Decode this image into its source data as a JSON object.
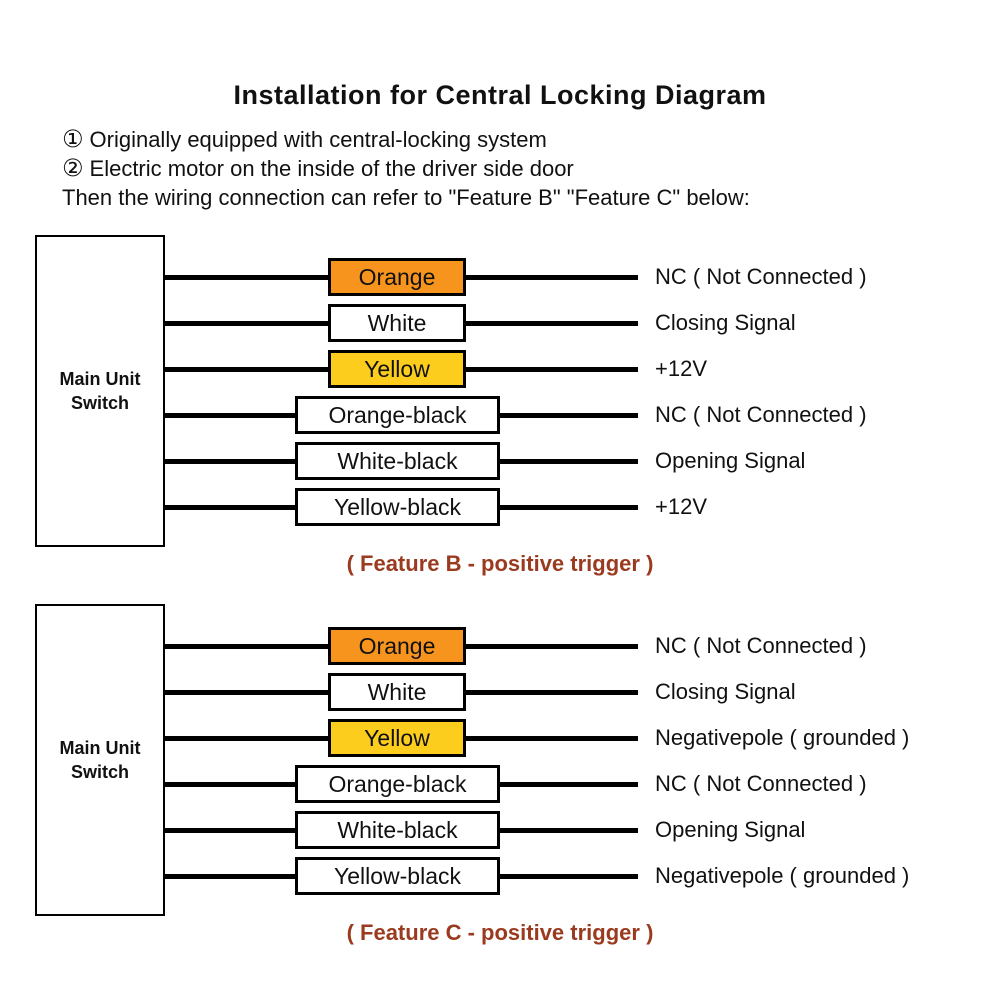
{
  "header": {
    "title": "Installation for Central Locking Diagram",
    "item1_num": "①",
    "item1_text": "Originally equipped with central-locking system",
    "item2_num": "②",
    "item2_text": "Electric motor on the inside of the driver side door",
    "item3_text": "Then the wiring connection can refer to \"Feature B\" \"Feature C\" below:"
  },
  "colors": {
    "orange": "#F7941D",
    "yellow": "#FCCD1C",
    "white": "#FFFFFF",
    "caption": "#9A3B20",
    "wire": "#000000"
  },
  "diagrams": [
    {
      "unit_line1": "Main Unit",
      "unit_line2": "Switch",
      "caption": "( Feature B - positive trigger )",
      "rows": [
        {
          "wire": "Orange",
          "fill": "orange",
          "desc": "NC ( Not Connected )"
        },
        {
          "wire": "White",
          "fill": "white",
          "desc": "Closing Signal"
        },
        {
          "wire": "Yellow",
          "fill": "yellow",
          "desc": "+12V"
        },
        {
          "wire": "Orange-black",
          "fill": "white",
          "desc": "NC ( Not Connected )"
        },
        {
          "wire": "White-black",
          "fill": "white",
          "desc": "Opening Signal"
        },
        {
          "wire": "Yellow-black",
          "fill": "white",
          "desc": "+12V"
        }
      ]
    },
    {
      "unit_line1": "Main Unit",
      "unit_line2": "Switch",
      "caption": "( Feature C - positive trigger )",
      "rows": [
        {
          "wire": "Orange",
          "fill": "orange",
          "desc": "NC ( Not Connected )"
        },
        {
          "wire": "White",
          "fill": "white",
          "desc": "Closing Signal"
        },
        {
          "wire": "Yellow",
          "fill": "yellow",
          "desc": "Negativepole ( grounded )"
        },
        {
          "wire": "Orange-black",
          "fill": "white",
          "desc": "NC ( Not Connected )"
        },
        {
          "wire": "White-black",
          "fill": "white",
          "desc": "Opening Signal"
        },
        {
          "wire": "Yellow-black",
          "fill": "white",
          "desc": "Negativepole ( grounded )"
        }
      ]
    }
  ]
}
